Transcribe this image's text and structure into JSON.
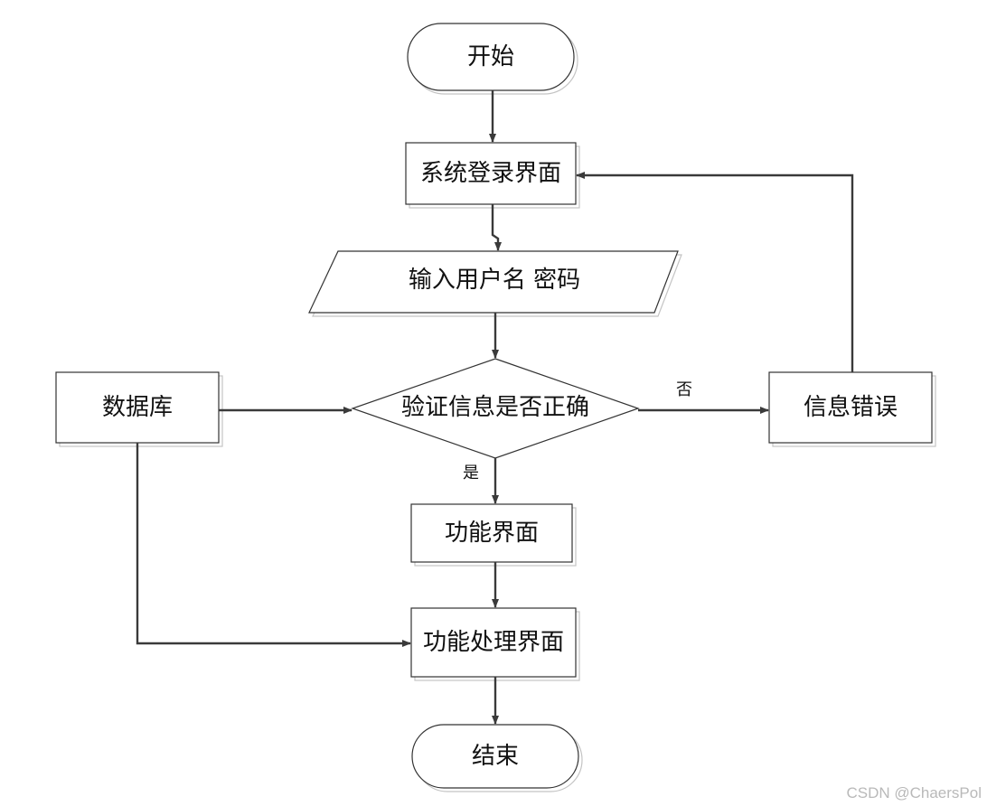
{
  "nodes": {
    "start": "开始",
    "login": "系统登录界面",
    "input": "输入用户名 密码",
    "verify": "验证信息是否正确",
    "database": "数据库",
    "error": "信息错误",
    "function": "功能界面",
    "process": "功能处理界面",
    "end": "结束"
  },
  "edge_labels": {
    "no": "否",
    "yes": "是"
  },
  "watermark": "CSDN @ChaersPol",
  "colors": {
    "stroke": "#333333",
    "arrow": "#3a3a3a",
    "shadow": "#c4c4c4",
    "watermark": "#b9b9b9"
  }
}
